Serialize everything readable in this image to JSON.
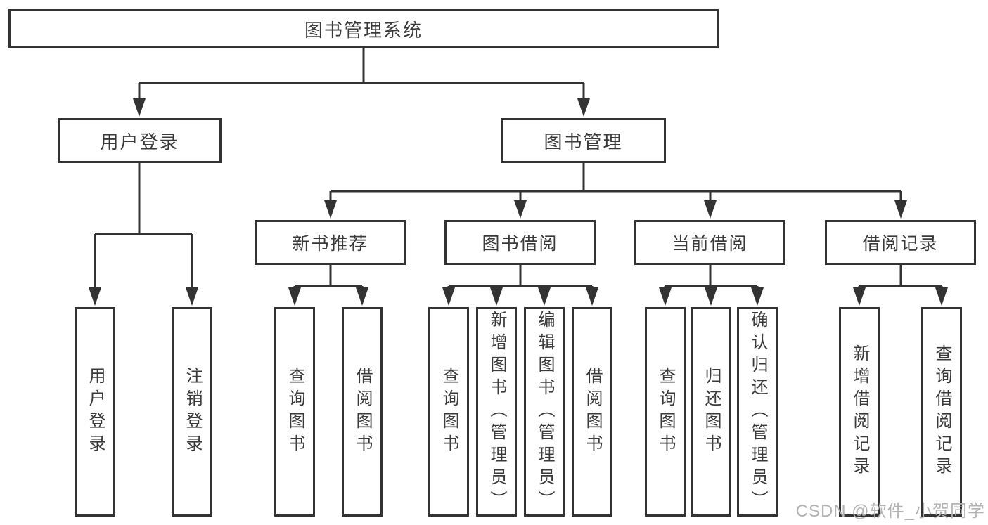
{
  "diagram": {
    "root": {
      "label": "图书管理系统"
    },
    "level2": [
      {
        "label": "用户登录"
      },
      {
        "label": "图书管理"
      }
    ],
    "level3": [
      {
        "label": "新书推荐"
      },
      {
        "label": "图书借阅"
      },
      {
        "label": "当前借阅"
      },
      {
        "label": "借阅记录"
      }
    ],
    "leaves": [
      {
        "label": "用户登录",
        "parent": "用户登录"
      },
      {
        "label": "注销登录",
        "parent": "用户登录"
      },
      {
        "label": "查询图书",
        "parent": "新书推荐"
      },
      {
        "label": "借阅图书",
        "parent": "新书推荐"
      },
      {
        "label": "查询图书",
        "parent": "图书借阅"
      },
      {
        "label": "新增图书（管理员）",
        "parent": "图书借阅"
      },
      {
        "label": "编辑图书（管理员）",
        "parent": "图书借阅"
      },
      {
        "label": "借阅图书",
        "parent": "图书借阅"
      },
      {
        "label": "查询图书",
        "parent": "当前借阅"
      },
      {
        "label": "归还图书",
        "parent": "当前借阅"
      },
      {
        "label": "确认归还（管理员）",
        "parent": "当前借阅"
      },
      {
        "label": "新增借阅记录",
        "parent": "借阅记录"
      },
      {
        "label": "查询借阅记录",
        "parent": "借阅记录"
      }
    ],
    "watermark": "CSDN @软件_小贺同学",
    "colors": {
      "line": "#333333",
      "text": "#3a3a3a",
      "watermark": "#b3b3b3",
      "background": "#ffffff"
    }
  }
}
